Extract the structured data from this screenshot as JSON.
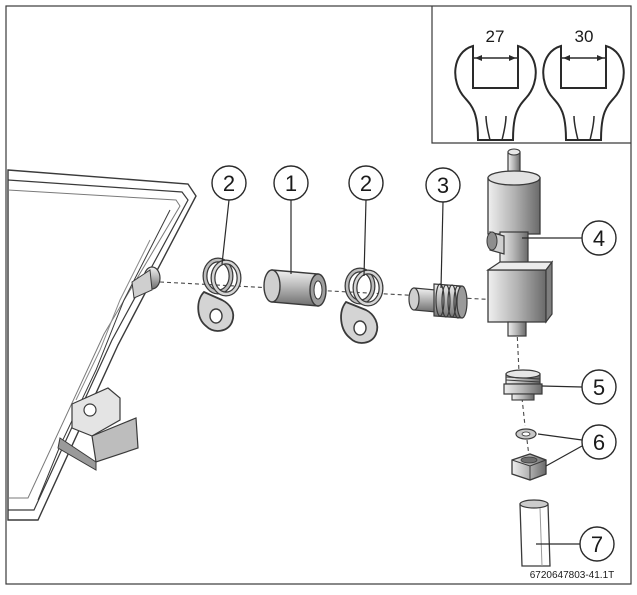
{
  "figure": {
    "code": "6720647803-41.1T",
    "wrenches": [
      {
        "size": "27"
      },
      {
        "size": "30"
      }
    ],
    "callouts": [
      {
        "label": "2"
      },
      {
        "label": "1"
      },
      {
        "label": "2"
      },
      {
        "label": "3"
      },
      {
        "label": "4"
      },
      {
        "label": "5"
      },
      {
        "label": "6"
      },
      {
        "label": "7"
      }
    ]
  }
}
